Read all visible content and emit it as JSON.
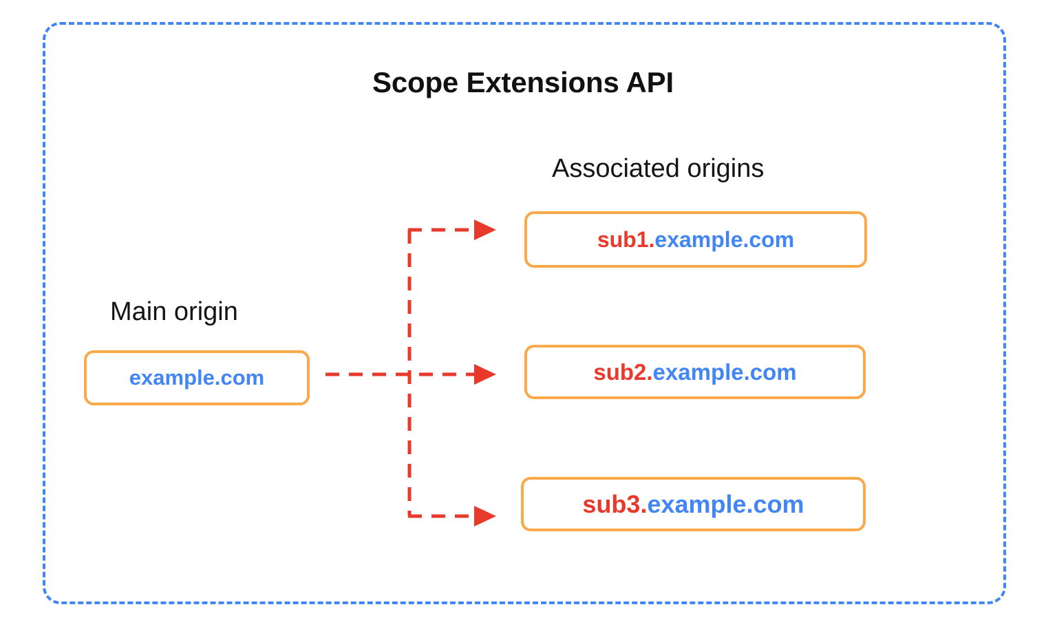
{
  "diagram": {
    "title": "Scope Extensions API",
    "colors": {
      "frame_blue": "#4285F4",
      "origin_red": "#E8392B",
      "origin_blue": "#4285F4",
      "box_orange": "#F9A84A",
      "arrow_red": "#E8392B",
      "text_black": "#141414",
      "background": "#FFFFFF"
    }
  },
  "main_origin": {
    "label": "Main origin",
    "box": {
      "prefix": "",
      "domain": "example.com",
      "full_text": "example.com"
    }
  },
  "associated_origins": {
    "label": "Associated origins",
    "items": [
      {
        "prefix": "sub1.",
        "domain": "example.com",
        "full_text": "sub1.example.com"
      },
      {
        "prefix": "sub2.",
        "domain": "example.com",
        "full_text": "sub2.example.com"
      },
      {
        "prefix": "sub3.",
        "domain": "example.com",
        "full_text": "sub3.example.com"
      }
    ]
  },
  "connectors": {
    "style": "dashed-red-arrow",
    "count": 3,
    "description": "Dashed red arrows from main origin branching to each associated origin"
  }
}
